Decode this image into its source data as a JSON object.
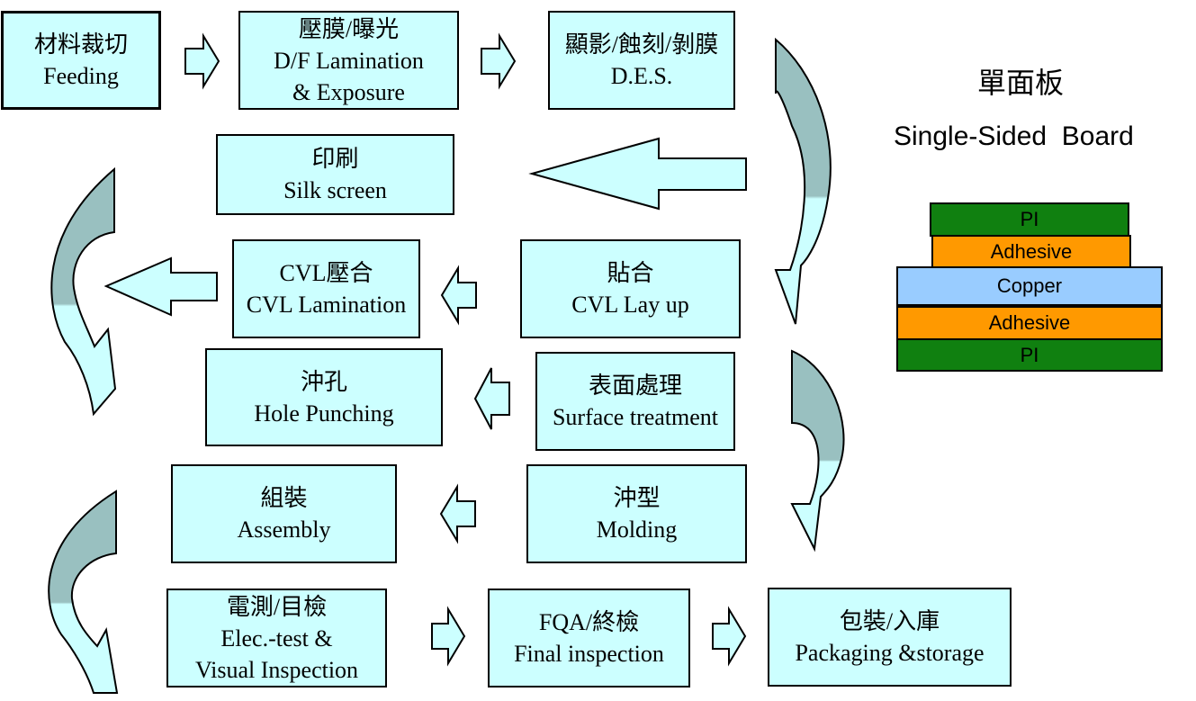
{
  "steps": {
    "feeding": {
      "zh": "材料裁切",
      "en": "Feeding"
    },
    "lamination": {
      "zh": "壓膜/曝光",
      "en1": "D/F Lamination",
      "en2": "& Exposure"
    },
    "des": {
      "zh": "顯影/蝕刻/剝膜",
      "en": "D.E.S."
    },
    "silk": {
      "zh": "印刷",
      "en": "Silk screen"
    },
    "cvl_lam": {
      "zh": "CVL壓合",
      "en": "CVL Lamination"
    },
    "cvl_layup": {
      "zh": "貼合",
      "en": "CVL Lay up"
    },
    "punch": {
      "zh": "沖孔",
      "en": "Hole Punching"
    },
    "surface": {
      "zh": "表面處理",
      "en": "Surface treatment"
    },
    "assembly": {
      "zh": "組裝",
      "en": "Assembly"
    },
    "molding": {
      "zh": "沖型",
      "en": "Molding"
    },
    "etest": {
      "zh": "電測/目檢",
      "en1": "Elec.-test &",
      "en2": "Visual Inspection"
    },
    "fqa": {
      "zh": "FQA/終檢",
      "en": "Final inspection"
    },
    "packaging": {
      "zh": "包裝/入庫",
      "en": "Packaging &storage"
    }
  },
  "board": {
    "title_zh": "單面板",
    "title_en": "Single-Sided  Board",
    "layers": [
      {
        "label": "PI",
        "color": "#108010"
      },
      {
        "label": "Adhesive",
        "color": "#ff9900"
      },
      {
        "label": "Copper",
        "color": "#99ccff"
      },
      {
        "label": "Adhesive",
        "color": "#ff9900"
      },
      {
        "label": "PI",
        "color": "#108010"
      }
    ]
  },
  "colors": {
    "box_fill": "#ccffff",
    "arrow_light": "#ccffff",
    "arrow_dark": "#99c0c0"
  }
}
